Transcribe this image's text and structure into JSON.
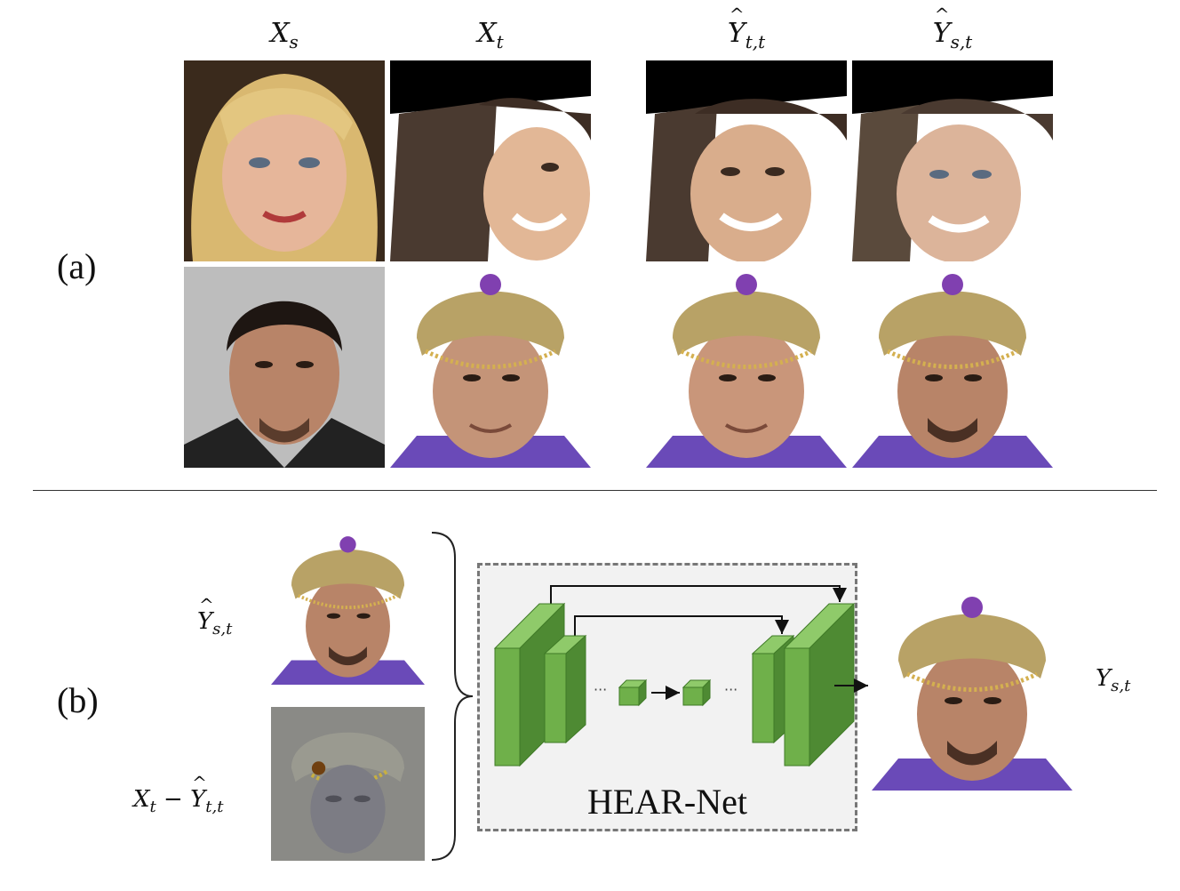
{
  "panel_a": {
    "label": "(a)",
    "columns": [
      {
        "base": "X",
        "sub": "s",
        "hat": false
      },
      {
        "base": "X",
        "sub": "t",
        "hat": false
      },
      {
        "base": "Y",
        "sub": "t,t",
        "hat": true
      },
      {
        "base": "Y",
        "sub": "s,t",
        "hat": true
      }
    ]
  },
  "panel_b": {
    "label": "(b)",
    "input1": {
      "base": "Y",
      "sub": "s,t",
      "hat": true
    },
    "input2": {
      "a_base": "X",
      "a_sub": "t",
      "minus": "−",
      "b_base": "Y",
      "b_sub": "t,t"
    },
    "network_name": "HEAR-Net",
    "dots": "···",
    "output": {
      "base": "Y",
      "sub": "s,t"
    }
  },
  "colors": {
    "block_front": "#6fb04a",
    "block_side": "#4e8a33",
    "block_top": "#8fca6a",
    "box_fill": "#f2f2f2",
    "box_border": "#777777"
  }
}
